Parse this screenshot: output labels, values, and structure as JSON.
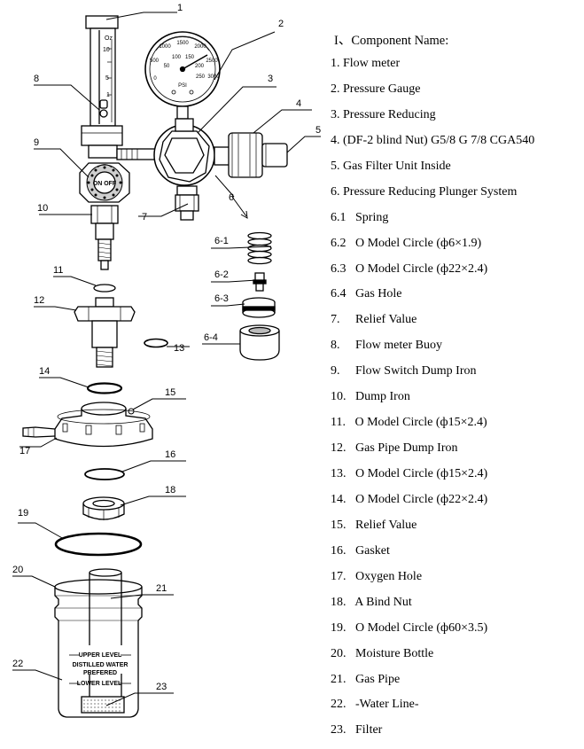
{
  "diagram": {
    "callouts": [
      "1",
      "2",
      "3",
      "4",
      "5",
      "6",
      "7",
      "8",
      "9",
      "10",
      "11",
      "12",
      "13",
      "14",
      "15",
      "16",
      "17",
      "18",
      "19",
      "20",
      "21",
      "22",
      "23",
      "6-1",
      "6-2",
      "6-3",
      "6-4"
    ],
    "gauge_scale": [
      "1500",
      "2000",
      "1000",
      "2500",
      "500",
      "3000",
      "0",
      "100",
      "150",
      "200",
      "50",
      "250",
      "PSI"
    ],
    "switch_text": "ON OFF",
    "bottle_text": {
      "upper_level": "UPPER LEVEL",
      "distilled_water": "DISTILLED WATER",
      "prefered": "PREFERED",
      "lower_level": "LOWER LEVEL"
    },
    "flowmeter_scale": [
      "Oz",
      "10",
      "5",
      "1"
    ]
  },
  "legend": {
    "heading": "I、Component Name:",
    "items": [
      "1. Flow meter",
      "2. Pressure Gauge",
      "3. Pressure Reducing",
      "4. (DF-2 blind Nut) G5/8 G 7/8 CGA540",
      "5. Gas Filter Unit Inside",
      "6. Pressure Reducing Plunger System",
      "6.1   Spring",
      "6.2   O Model Circle (ф6×1.9)",
      "6.3   O Model Circle (ф22×2.4)",
      "6.4   Gas Hole",
      "7.     Relief Value",
      "8.     Flow meter Buoy",
      "9.     Flow Switch Dump Iron",
      "10.   Dump Iron",
      "11.   O Model Circle (ф15×2.4)",
      "12.   Gas Pipe Dump Iron",
      "13.   O Model Circle (ф15×2.4)",
      "14.   O Model Circle (ф22×2.4)",
      "15.   Relief Value",
      "16.   Gasket",
      "17.   Oxygen Hole",
      "18.   A Bind Nut",
      "19.   O Model Circle (ф60×3.5)",
      "20.   Moisture Bottle",
      "21.   Gas Pipe",
      "22.   -Water Line-",
      "23.   Filter"
    ]
  }
}
